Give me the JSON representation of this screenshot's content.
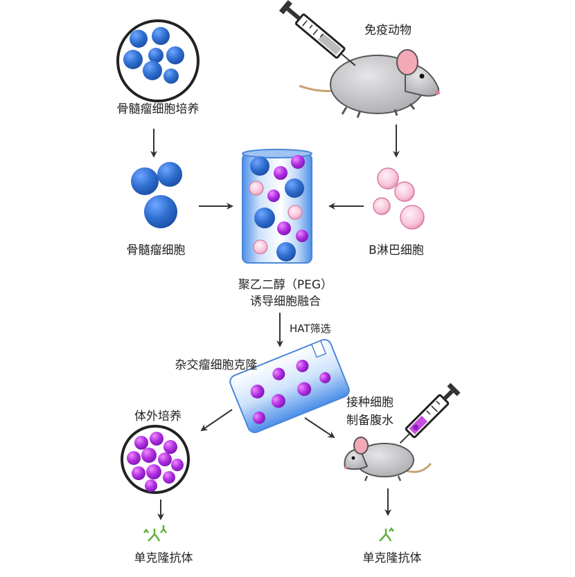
{
  "labels": {
    "immune_animal": "免疫动物",
    "myeloma_culture": "骨髓瘤细胞培养",
    "myeloma_cell": "骨髓瘤细胞",
    "b_lymphocyte": "B淋巴细胞",
    "peg_line1": "聚乙二醇（PEG）",
    "peg_line2": "诱导细胞融合",
    "hat_screening": "HAT筛选",
    "hybridoma_clone": "杂交瘤细胞克隆",
    "in_vitro_culture": "体外培养",
    "inoculate_line1": "接种细胞",
    "inoculate_line2": "制备腹水",
    "mab_left": "单克隆抗体",
    "mab_right": "单克隆抗体"
  },
  "colors": {
    "myeloma_blue": "#2f6fd0",
    "b_cell_pink": "#f7c2d8",
    "hybrid_purple": "#b02ee0",
    "mouse_gray": "#c9c9cc",
    "mouse_ear_pink": "#f4a9b8",
    "antibody_green": "#5fae3c",
    "arrow": "#333333"
  },
  "icons": [
    "syringe-icon",
    "mouse-icon",
    "culture-dish-icon",
    "test-tube-icon",
    "antibody-icon"
  ]
}
